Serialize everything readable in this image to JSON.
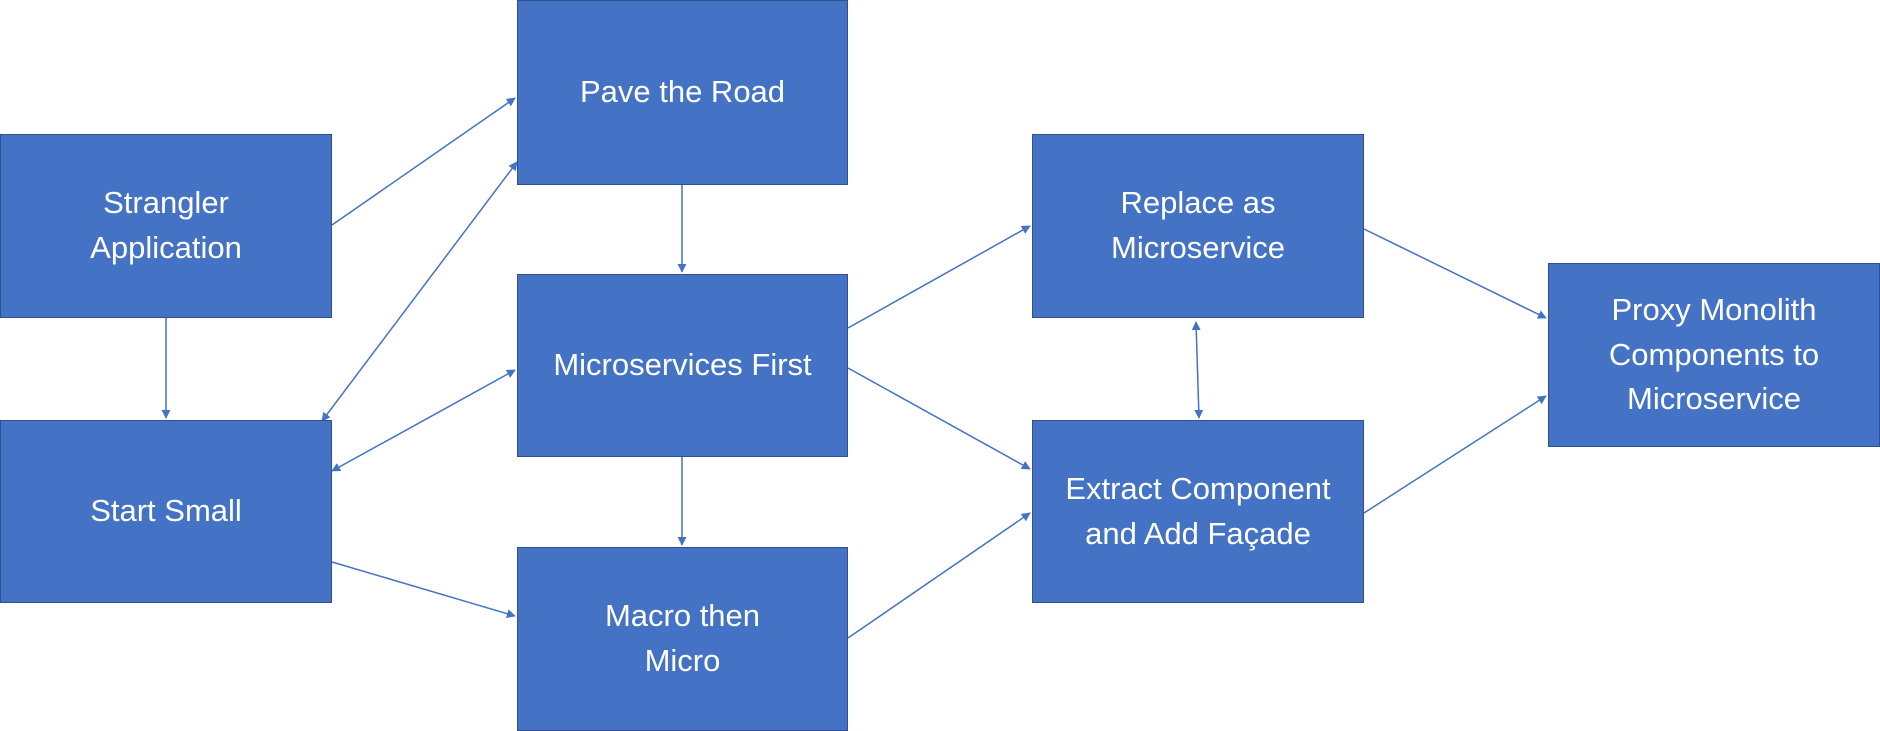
{
  "diagram": {
    "colors": {
      "node_fill": "#4472c4",
      "node_border": "#2f528f",
      "edge": "#4472c4",
      "text": "#ffffff"
    },
    "nodes": {
      "strangler": "Strangler\nApplication",
      "start_small": "Start Small",
      "pave_road": "Pave the Road",
      "microservices_first": "Microservices First",
      "macro_micro": "Macro then\nMicro",
      "replace": "Replace as\nMicroservice",
      "extract": "Extract Component\nand Add Façade",
      "proxy": "Proxy Monolith\nComponents to\nMicroservice"
    },
    "edges": [
      {
        "from": "strangler",
        "to": "pave_road",
        "bidirectional": false
      },
      {
        "from": "strangler",
        "to": "start_small",
        "bidirectional": false
      },
      {
        "from": "start_small",
        "to": "pave_road",
        "bidirectional": true
      },
      {
        "from": "start_small",
        "to": "microservices_first",
        "bidirectional": true
      },
      {
        "from": "start_small",
        "to": "macro_micro",
        "bidirectional": false
      },
      {
        "from": "pave_road",
        "to": "microservices_first",
        "bidirectional": false
      },
      {
        "from": "microservices_first",
        "to": "macro_micro",
        "bidirectional": false
      },
      {
        "from": "microservices_first",
        "to": "replace",
        "bidirectional": false
      },
      {
        "from": "microservices_first",
        "to": "extract",
        "bidirectional": false
      },
      {
        "from": "macro_micro",
        "to": "extract",
        "bidirectional": false
      },
      {
        "from": "replace",
        "to": "extract",
        "bidirectional": true
      },
      {
        "from": "replace",
        "to": "proxy",
        "bidirectional": false
      },
      {
        "from": "extract",
        "to": "proxy",
        "bidirectional": false
      }
    ]
  }
}
